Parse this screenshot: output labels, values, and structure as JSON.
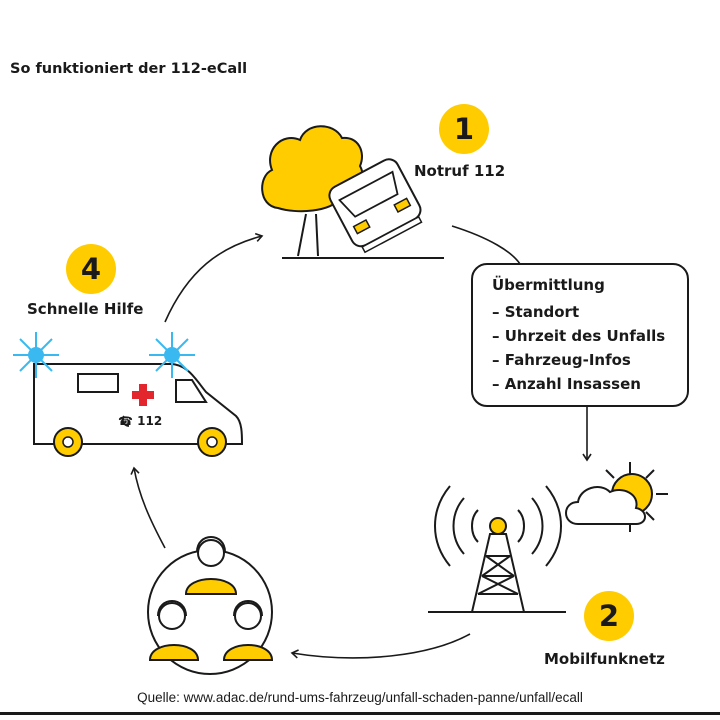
{
  "title": "So funktioniert der 112-eCall",
  "steps": [
    {
      "number": "1",
      "label": "Notruf 112"
    },
    {
      "number": "2",
      "label": "Mobilfunknetz"
    },
    {
      "number": "4",
      "label": "Schnelle Hilfe"
    }
  ],
  "info_box": {
    "title": "Übermittlung",
    "items": [
      "Standort",
      "Uhrzeit des Unfalls",
      "Fahrzeug-Infos",
      "Anzahl Insassen"
    ]
  },
  "ambulance": {
    "phone_text": "112"
  },
  "source": "Quelle: www.adac.de/rund-ums-fahrzeug/unfall-schaden-panne/unfall/ecall",
  "colors": {
    "accent": "#ffcc00",
    "siren": "#39b9f0",
    "cross": "#e3262d",
    "ink": "#1a1a1a"
  },
  "icons": [
    "tree-icon",
    "crashed-car-icon",
    "ambulance-icon",
    "siren-icon",
    "cell-tower-icon",
    "cloud-sun-icon",
    "call-center-agents-icon",
    "arrow-icon"
  ]
}
